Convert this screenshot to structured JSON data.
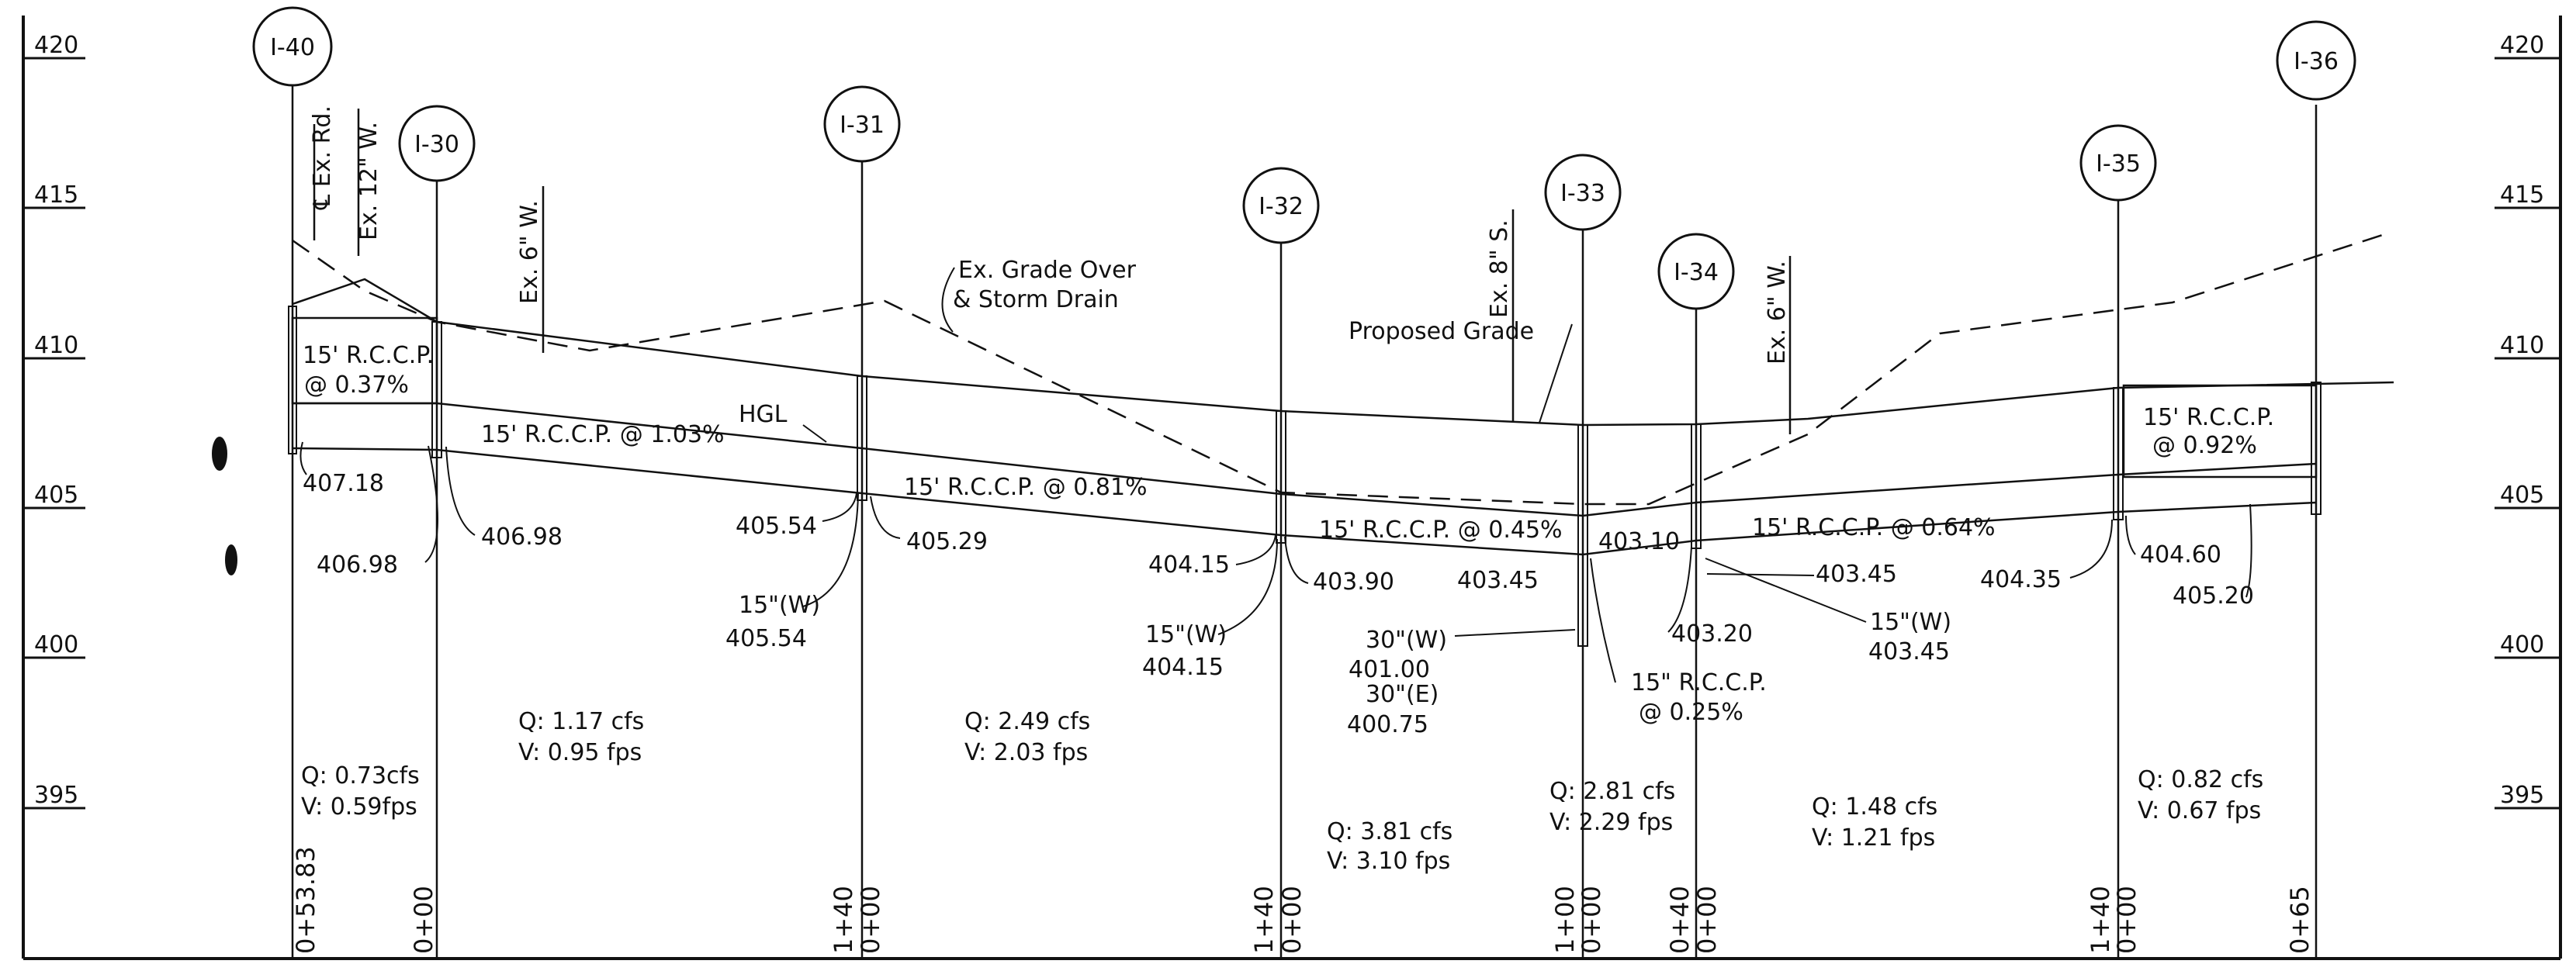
{
  "drawing": {
    "elevation_scale": [
      "420",
      "415",
      "410",
      "405",
      "400",
      "395"
    ],
    "manholes": [
      "I-40",
      "I-30",
      "I-31",
      "I-32",
      "I-33",
      "I-34",
      "I-35",
      "I-36"
    ],
    "stations": [
      "0+53.83",
      "0+00",
      "1+40",
      "0+00",
      "1+40",
      "0+00",
      "1+00",
      "0+00",
      "0+40",
      "0+00",
      "1+40",
      "0+00",
      "0+65"
    ],
    "pipe_labels": {
      "p1": [
        "15' R.C.C.P.",
        "@ 0.37%"
      ],
      "p2": "15' R.C.C.P. @ 1.03%",
      "p3": "15' R.C.C.P. @ 0.81%",
      "p4": "15' R.C.C.P. @ 0.45%",
      "p5": "15' R.C.C.P. @ 0.64%",
      "p6": [
        "15' R.C.C.P.",
        "@ 0.92%"
      ],
      "p7": [
        "15\" R.C.C.P.",
        "@ 0.25%"
      ]
    },
    "elevations": {
      "e1": "407.18",
      "e2": "406.98",
      "e3": "406.98",
      "e4": "405.54",
      "e5": "405.29",
      "e6": [
        "15\"(W)",
        "405.54"
      ],
      "e7": "404.15",
      "e8": "403.90",
      "e9": [
        "15\"(W)",
        "404.15"
      ],
      "e10": "403.45",
      "e11": "403.10",
      "e12": [
        "30\"(W)",
        "401.00",
        "30\"(E)",
        "400.75"
      ],
      "e13": "403.20",
      "e14": "403.45",
      "e15": [
        "15\"(W)",
        "403.45"
      ],
      "e16": "404.35",
      "e17": "404.60",
      "e18": "405.20"
    },
    "utility_labels": {
      "ex_rd": "℄ Ex. Rd.",
      "ex_12w": "Ex. 12\" W.",
      "ex_6w_a": "Ex. 6\" W.",
      "ex_8s": "Ex. 8\" S.",
      "ex_6w_b": "Ex. 6\" W."
    },
    "callouts": {
      "ex_grade": [
        "Ex. Grade Over",
        "& Storm Drain"
      ],
      "proposed_grade": "Proposed Grade",
      "hgl": "HGL"
    },
    "flows": {
      "f1": [
        "Q: 0.73cfs",
        "V: 0.59fps"
      ],
      "f2": [
        "Q: 1.17 cfs",
        "V: 0.95 fps"
      ],
      "f3": [
        "Q: 2.49 cfs",
        "V: 2.03 fps"
      ],
      "f4": [
        "Q: 3.81 cfs",
        "V: 3.10 fps"
      ],
      "f5": [
        "Q: 2.81 cfs",
        "V: 2.29 fps"
      ],
      "f6": [
        "Q: 1.48 cfs",
        "V: 1.21 fps"
      ],
      "f7": [
        "Q: 0.82 cfs",
        "V: 0.67 fps"
      ]
    }
  }
}
